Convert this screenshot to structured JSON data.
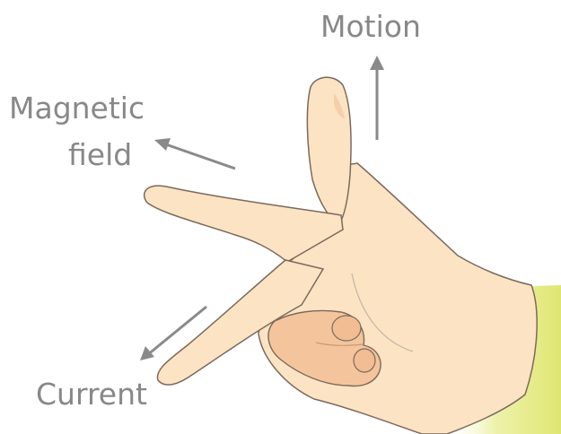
{
  "labels": {
    "motion": "Motion",
    "magnetic_line1": "Magnetic",
    "magnetic_line2": "field",
    "current": "Current"
  },
  "colors": {
    "text": "#888888",
    "arrow": "#8a8a8a",
    "skin": "#fbe3c4",
    "skin_outline": "#7b6a5c",
    "curled_fingers": "#f4c59c",
    "sleeve": "#e1e870"
  },
  "icons": {
    "motion_arrow": "arrow-up-icon",
    "field_arrow": "arrow-up-left-icon",
    "current_arrow": "arrow-down-left-icon"
  }
}
